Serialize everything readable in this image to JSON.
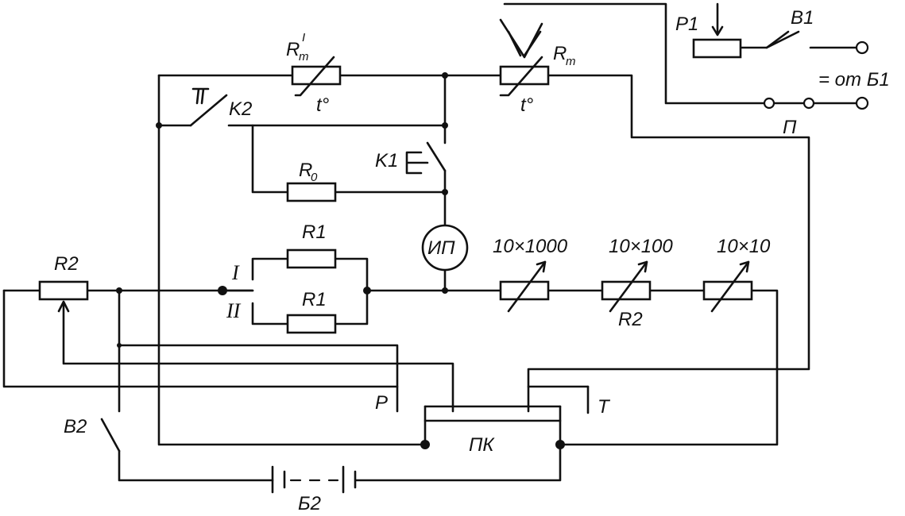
{
  "labels": {
    "rt_prime": "R",
    "rt_prime_sub": "т",
    "rt_prime_sup": "I",
    "rt": "R",
    "rt_sub": "т",
    "temp1": "t°",
    "temp2": "t°",
    "p1": "P1",
    "v1": "B1",
    "from_b1": "= от Б1",
    "p_switch": "П",
    "k2": "K2",
    "k1": "K1",
    "r0": "R",
    "r0_sub": "0",
    "meter": "ИП",
    "r1_top": "R1",
    "r1_bottom": "R1",
    "pos_one": "I",
    "pos_two": "II",
    "r2_pot": "R2",
    "dec1000": "10×1000",
    "dec100": "10×100",
    "dec10": "10×10",
    "r2_decade": "R2",
    "p_contact": "P",
    "t_contact": "T",
    "pk": "ПК",
    "v2": "B2",
    "b2": "Б2"
  }
}
